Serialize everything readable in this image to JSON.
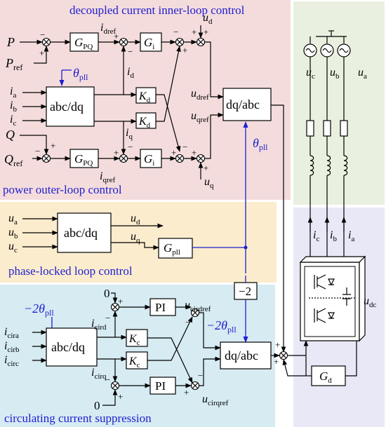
{
  "colors": {
    "outer_loop_bg": "#f4dcdc",
    "pll_bg": "#fbeccd",
    "circ_bg": "#d6ebf2",
    "grid_bg": "#e9f0df",
    "converter_bg": "#e8e8f6",
    "label_blue": "#1f1fd0"
  },
  "regions": {
    "inner_loop_title": "decoupled current inner-loop control",
    "outer_loop_title": "power outer-loop control",
    "pll_title": "phase-locked loop control",
    "circ_title": "circulating current suppression"
  },
  "outer": {
    "P": "P",
    "Pref": "P",
    "Pref_sub": "ref",
    "Q": "Q",
    "Qref": "Q",
    "Qref_sub": "ref",
    "gpq_top": "G",
    "gpq_top_sub": "PQ",
    "gpq_bot": "G",
    "gpq_bot_sub": "PQ",
    "gi_top": "G",
    "gi_top_sub": "i",
    "gi_bot": "G",
    "gi_bot_sub": "i",
    "kd_top": "K",
    "kd_top_sub": "d",
    "kd_bot": "K",
    "kd_bot_sub": "d",
    "abc_dq": "abc/dq",
    "dq_abc": "dq/abc",
    "idref": "i",
    "idref_sub": "dref",
    "iqref": "i",
    "iqref_sub": "qref",
    "id": "i",
    "id_sub": "d",
    "iq": "i",
    "iq_sub": "q",
    "ia": "i",
    "ia_sub": "a",
    "ib": "i",
    "ib_sub": "b",
    "ic": "i",
    "ic_sub": "c",
    "ud": "u",
    "ud_sub": "d",
    "uq": "u",
    "uq_sub": "q",
    "udref": "u",
    "udref_sub": "dref",
    "uqref": "u",
    "uqref_sub": "qref",
    "theta_pll": "θ",
    "theta_pll_sub": "pll",
    "theta_pll2": "θ",
    "theta_pll2_sub": "pll"
  },
  "pll": {
    "ua": "u",
    "ua_sub": "a",
    "ub": "u",
    "ub_sub": "b",
    "uc": "u",
    "uc_sub": "c",
    "abc_dq": "abc/dq",
    "ud": "u",
    "ud_sub": "d",
    "uq": "u",
    "uq_sub": "q",
    "gpll": "G",
    "gpll_sub": "pll"
  },
  "circ": {
    "neg2": "−2",
    "zero_top": "0",
    "zero_bot": "0",
    "pi_top": "PI",
    "pi_bot": "PI",
    "kc_top": "K",
    "kc_top_sub": "c",
    "kc_bot": "K",
    "kc_bot_sub": "c",
    "abc_dq": "abc/dq",
    "dq_abc": "dq/abc",
    "neg2theta_left": "−2θ",
    "neg2theta_left_sub": "pll",
    "neg2theta_right": "−2θ",
    "neg2theta_right_sub": "pll",
    "icird": "i",
    "icird_sub": "cird",
    "icirq": "i",
    "icirq_sub": "cirq",
    "icira": "i",
    "icira_sub": "cira",
    "icirb": "i",
    "icirb_sub": "cirb",
    "icirc": "i",
    "icirc_sub": "circ",
    "ucirdref": "u",
    "ucirdref_sub": "cirdref",
    "ucirqref": "u",
    "ucirqref_sub": "cirqref"
  },
  "grid": {
    "uc": "u",
    "uc_sub": "c",
    "ub": "u",
    "ub_sub": "b",
    "ua": "u",
    "ua_sub": "a",
    "ic": "i",
    "ic_sub": "c",
    "ib": "i",
    "ib_sub": "b",
    "ia": "i",
    "ia_sub": "a",
    "udc": "u",
    "udc_sub": "dc",
    "gd": "G",
    "gd_sub": "d"
  },
  "signs": {
    "plus": "+",
    "minus": "−"
  }
}
